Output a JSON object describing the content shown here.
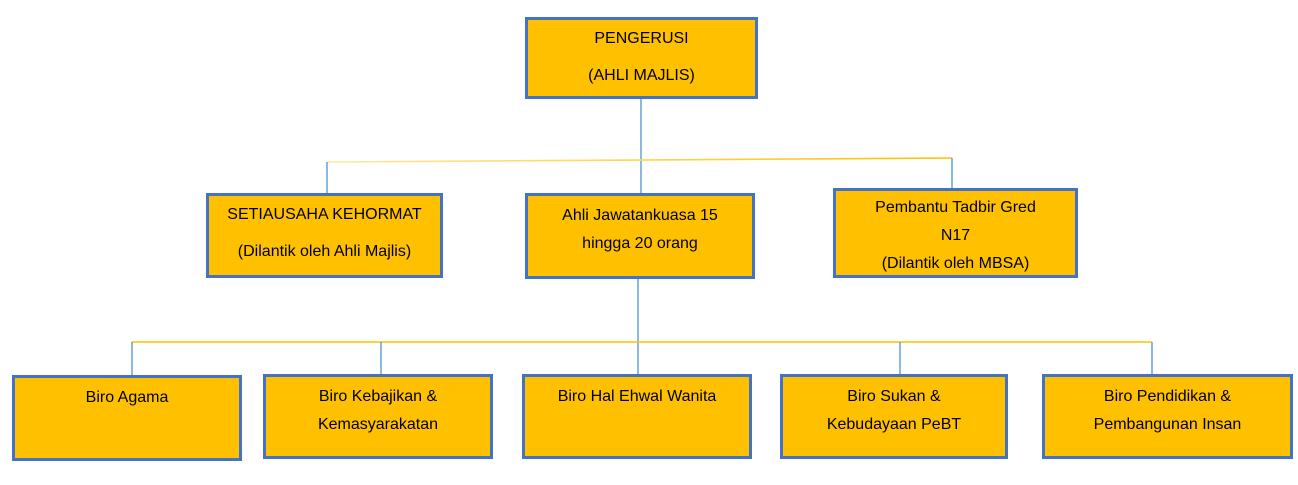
{
  "diagram": {
    "type": "org-chart",
    "background": "#FFFFFF",
    "colors": {
      "box_fill": "#FFC000",
      "box_border": "#4472C4",
      "connector_blue": "#5B9BD5",
      "connector_gold": "#FFC000",
      "connector_gold_light": "#FFE9A0",
      "text": "#000000"
    },
    "nodes": {
      "pengerusi": {
        "role": "root",
        "lines": [
          "PENGERUSI",
          "(AHLI MAJLIS)"
        ]
      },
      "setiausaha": {
        "role": "level-2",
        "lines": [
          "SETIAUSAHA KEHORMAT",
          "(Dilantik oleh Ahli Majlis)"
        ]
      },
      "ahli": {
        "role": "level-2",
        "lines": [
          "Ahli Jawatankuasa 15",
          "hingga 20 orang"
        ]
      },
      "pembantu": {
        "role": "level-2",
        "lines": [
          "Pembantu Tadbir Gred",
          "N17",
          "(Dilantik oleh MBSA)"
        ]
      },
      "biro1": {
        "role": "level-3",
        "lines": [
          "Biro Agama"
        ]
      },
      "biro2": {
        "role": "level-3",
        "lines": [
          "Biro Kebajikan &",
          "Kemasyarakatan"
        ]
      },
      "biro3": {
        "role": "level-3",
        "lines": [
          "Biro Hal Ehwal Wanita"
        ]
      },
      "biro4": {
        "role": "level-3",
        "lines": [
          "Biro Sukan &",
          "Kebudayaan PeBT"
        ]
      },
      "biro5": {
        "role": "level-3",
        "lines": [
          "Biro Pendidikan &",
          "Pembangunan Insan"
        ]
      }
    },
    "edges": [
      "pengerusi->setiausaha",
      "pengerusi->ahli",
      "pengerusi->pembantu",
      "ahli->biro1",
      "ahli->biro2",
      "ahli->biro3",
      "ahli->biro4",
      "ahli->biro5"
    ]
  }
}
